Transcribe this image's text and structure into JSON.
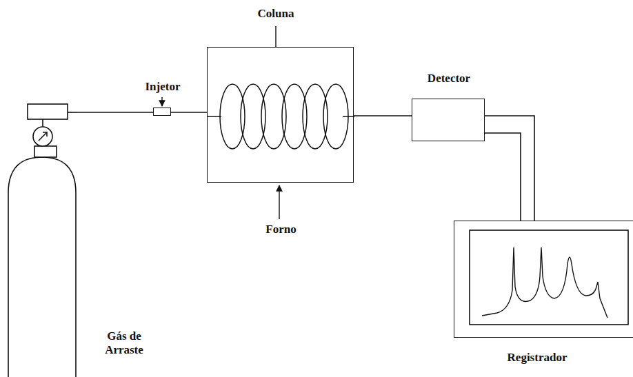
{
  "diagram": {
    "nodes": [
      {
        "text": [
          "Gás de Arraste"
        ]
      },
      {
        "text": [
          "Injetor"
        ]
      },
      {
        "text": [
          "Forno"
        ]
      },
      {
        "text": [
          "Detector"
        ]
      },
      {
        "text": [
          "Registrador"
        ]
      }
    ],
    "edges": [
      {
        "from": 0,
        "to": 1,
        "arrow": "none"
      },
      {
        "from": 1,
        "to": 2,
        "arrow": "none"
      },
      {
        "from": 2,
        "to": 3,
        "arrow": "none"
      },
      {
        "from": 3,
        "to": 4,
        "arrow": "none"
      }
    ],
    "labels": [
      "Coluna"
    ]
  }
}
